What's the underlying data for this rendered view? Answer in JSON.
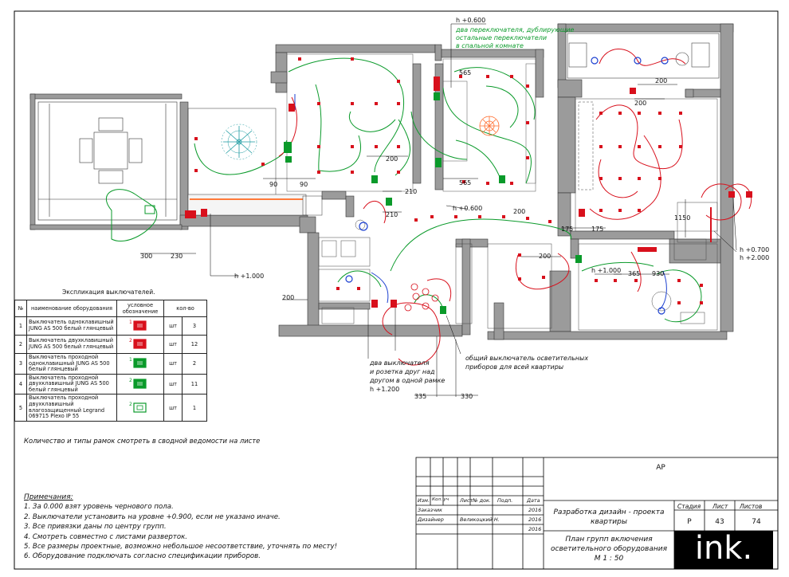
{
  "annotations": {
    "h600_top": "h +0.600",
    "note_dup_l1": "два переключателя, дублирующие",
    "note_dup_l2": "остальные переключатели",
    "note_dup_l3": "в спальной комнате",
    "h600_mid": "h +0.600",
    "h1000_left": "h +1.000",
    "h1000_right": "h +1.000",
    "h700": "h +0.700",
    "h2000": "h +2.000",
    "h1200": "h +1.200",
    "note_double_l1": "два выключателя",
    "note_double_l2": "и розетка друг над",
    "note_double_l3": "другом в одной рамке",
    "note_common_l1": "общий выключатель осветительных",
    "note_common_l2": "приборов для всей квартиры",
    "frames_note": "Количество и типы рамок смотреть в сводной ведомости на листе"
  },
  "dimensions": {
    "d565a": "565",
    "d565b": "565",
    "d200a": "200",
    "d200b": "200",
    "d200c": "200",
    "d200d": "200",
    "d200e": "200",
    "d210a": "210",
    "d210b": "210",
    "d90a": "90",
    "d90b": "90",
    "d300": "300",
    "d230": "230",
    "d175a": "175",
    "d175b": "175",
    "d1150": "1150",
    "d365": "365",
    "d930": "930",
    "d335": "335",
    "d330": "330"
  },
  "legend": {
    "title": "Экспликация выключателей.",
    "headers": {
      "num": "№",
      "name": "наименование оборудования",
      "symbol": "условное обозначение",
      "qty": "кол-во"
    },
    "rows": [
      {
        "num": "1",
        "name": "Выключатель одноклавишный JUNG AS 500 белый глянцевый",
        "unit": "шт",
        "qty": "3",
        "color": "#d8101c",
        "keys": "1"
      },
      {
        "num": "2",
        "name": "Выключатель двухклавишный JUNG AS 500 белый глянцевый",
        "unit": "шт",
        "qty": "12",
        "color": "#d8101c",
        "keys": "2"
      },
      {
        "num": "3",
        "name": "Выключатель проходной одноклавишный JUNG AS 500 белый глянцевый",
        "unit": "шт",
        "qty": "2",
        "color": "#0a9a2a",
        "keys": "1"
      },
      {
        "num": "4",
        "name": "Выключатель проходной двухклавишный JUNG AS 500 белый глянцевый",
        "unit": "шт",
        "qty": "11",
        "color": "#0a9a2a",
        "keys": "2"
      },
      {
        "num": "5",
        "name": "Выключатель проходной двухклавишный влагозащищенный Legrand 069715 Plexo IP 55",
        "unit": "шт",
        "qty": "1",
        "color": "#0a9a2a",
        "keys": "2"
      }
    ]
  },
  "notes": {
    "title": "Примечания:",
    "items": [
      "1. За 0.000 взят уровень чернового пола.",
      "2. Выключатели установить на уровне +0.900, если не указано иначе.",
      "3. Все привязки даны по центру групп.",
      "4. Смотреть совместно с листами разверток.",
      "5. Все размеры проектные, возможно небольшое несоответствие, уточнять по месту!",
      "6. Оборудование подключать согласно спецификации приборов."
    ]
  },
  "stamp": {
    "code": "АР",
    "col_izm": "Изм.",
    "col_kol": "Кол. уч",
    "col_list": "Лист",
    "col_doc": "№ док.",
    "col_sign": "Подп.",
    "col_date": "Дата",
    "role1": "Заказчик",
    "date1": "2016",
    "role2": "Дизайнер",
    "name2": "Великоцкий Н.",
    "date2": "2016",
    "date3": "2016",
    "project_l1": "Разработка дизайн - проекта",
    "project_l2": "квартиры",
    "sheet_l1": "План групп включения",
    "sheet_l2": "осветительного оборудования",
    "sheet_l3": "М 1 : 50",
    "h_stage": "Стадия",
    "h_sheet": "Лист",
    "h_sheets": "Листов",
    "stage": "Р",
    "sheet": "43",
    "sheets": "74",
    "logo": "ink."
  },
  "colors": {
    "wall": "#9b9b9b",
    "red": "#d8101c",
    "green": "#0a9a2a",
    "blue": "#1b3fd0"
  }
}
